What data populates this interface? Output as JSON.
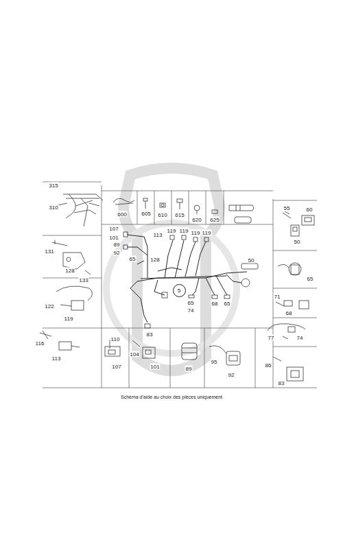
{
  "diagram": {
    "caption": "Schéma d'aide au choix des pièces uniquement",
    "nodes": [
      {
        "text": [
          "5"
        ]
      }
    ],
    "labels": [
      "315",
      "310",
      "600",
      "605",
      "610",
      "615",
      "620",
      "625",
      "55",
      "60",
      "50",
      "131",
      "128",
      "133",
      "107",
      "101",
      "113",
      "89",
      "92",
      "119",
      "119",
      "119",
      "119",
      "65",
      "128",
      "50",
      "65",
      "74",
      "68",
      "65",
      "83",
      "65",
      "71",
      "68",
      "77",
      "74",
      "86",
      "83",
      "122",
      "119",
      "116",
      "113",
      "110",
      "107",
      "104",
      "101",
      "89",
      "95",
      "92"
    ]
  }
}
